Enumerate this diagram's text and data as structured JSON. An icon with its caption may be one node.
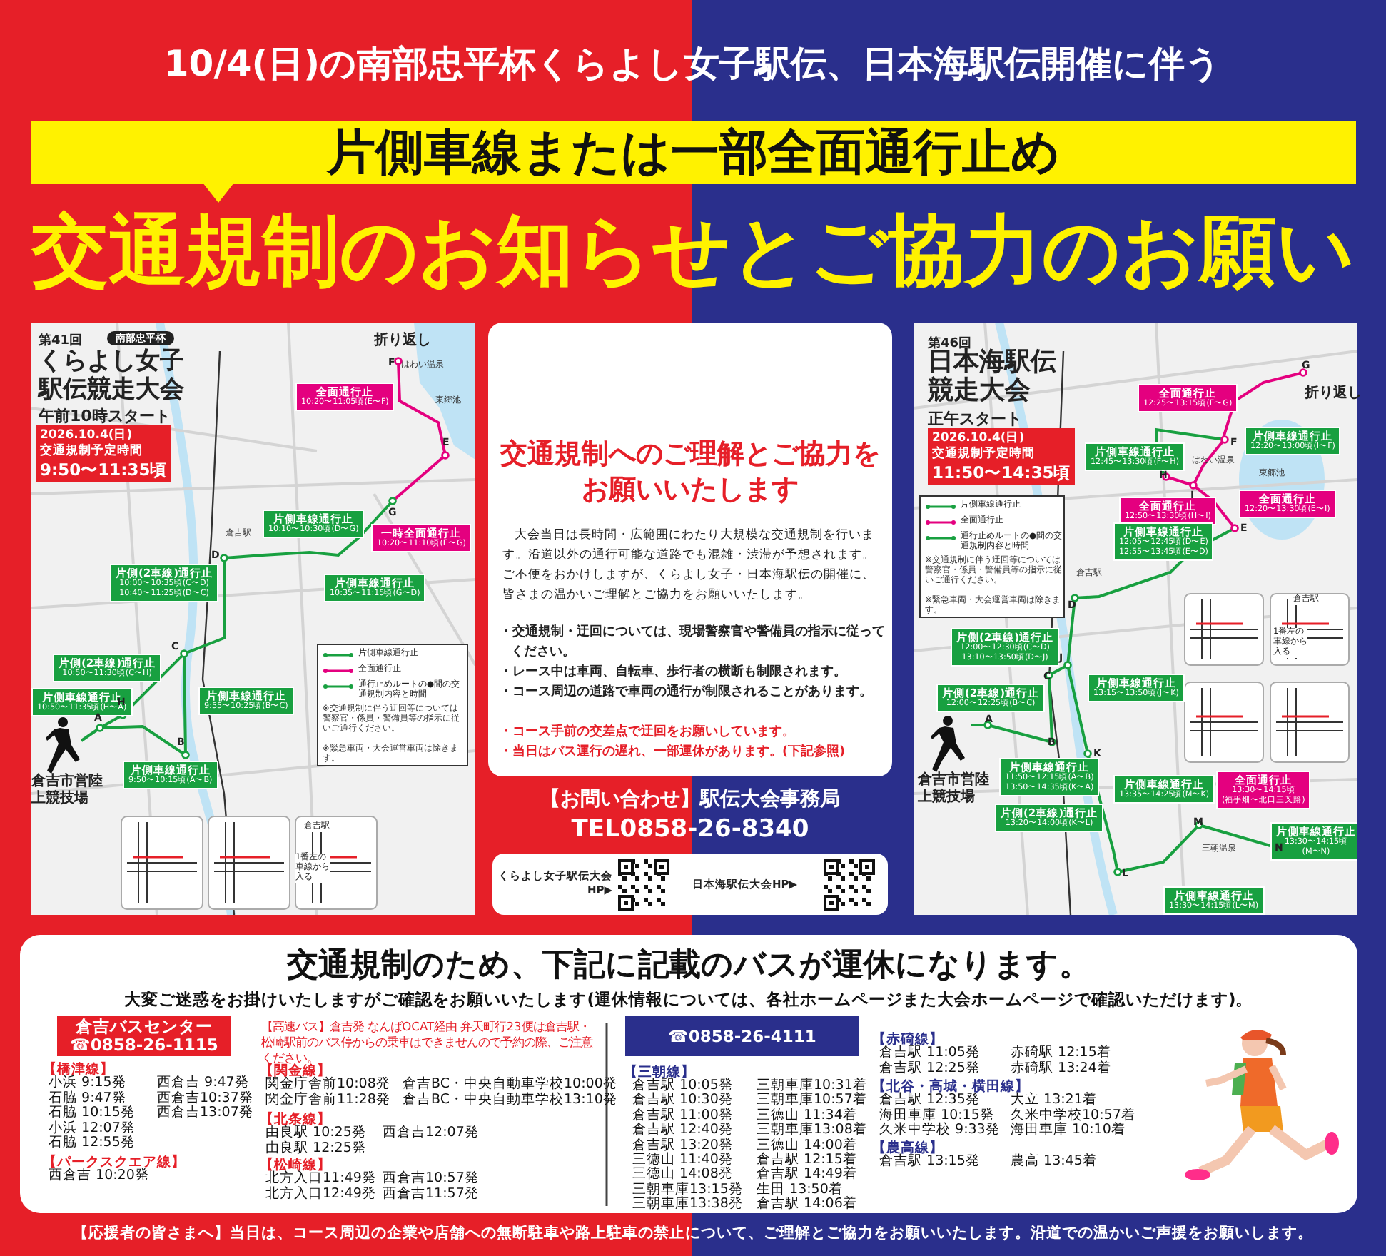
{
  "diagram": {
    "title": "交通規制のお知らせとご協力のお願い",
    "nodes": [
      {
        "text": [
          "片側車線または一部全面通行止め"
        ]
      },
      {
        "text": [
          "第41回",
          "南部忠平杯",
          "くらよし女子駅伝競走大会",
          "午前10時スタート"
        ]
      },
      {
        "text": [
          "2026.10.4(日)",
          "交通規制予定時間",
          "9:50〜11:35頃"
        ],
        "in": 1
      },
      {
        "text": [
          "全面通行止",
          "10:20〜11:05頃(E〜F)"
        ],
        "in": 1
      },
      {
        "text": [
          "一時全面通行止",
          "10:20〜11:10頃(E〜G)"
        ],
        "in": 1
      },
      {
        "text": [
          "片側車線通行止",
          "10:10〜10:30頃(D〜G)"
        ],
        "in": 1
      },
      {
        "text": [
          "片側(2車線)通行止",
          "10:00〜10:35頃(C〜D)",
          "10:40〜11:25頃(D〜C)"
        ],
        "in": 1
      },
      {
        "text": [
          "片側車線通行止",
          "10:35〜11:15頃(G〜D)"
        ],
        "in": 1
      },
      {
        "text": [
          "片側(2車線)通行止",
          "10:50〜11:30頃(C〜H)"
        ],
        "in": 1
      },
      {
        "text": [
          "片側車線通行止",
          "10:50〜11:35頃(H〜A)"
        ],
        "in": 1
      },
      {
        "text": [
          "片側車線通行止",
          "9:55〜10:25頃(B〜C)"
        ],
        "in": 1
      },
      {
        "text": [
          "片側車線通行止",
          "9:50〜10:15頃(A〜B)"
        ],
        "in": 1
      },
      {
        "text": [
          "片側車線通行止",
          "全面通行止",
          "通行止めルートの●間の交通規制内容と時間",
          "※交通規制に伴う迂回等については警察官・係員・警備員等の指示に従いご通行ください。",
          "※緊急車両・大会運営車両は除きます。"
        ],
        "in": 1
      },
      {
        "text": [
          "交通規制へのご理解とご協力をお願いいたします",
          "大会当日は長時間・広範囲にわたり大規模な交通規制を行います。沿道以外の通行可能な道路でも混雑・渋滞が予想されます。ご不便をおかけしますが、くらよし女子・日本海駅伝の開催に、皆さまの温かいご理解とご協力をお願いいたします。",
          "・交通規制・迂回については、現場警察官や警備員の指示に従ってください。",
          "・レース中は車両、自転車、歩行者の横断も制限されます。",
          "・コース周辺の道路で車両の通行が制限されることがあります。",
          "・コース手前の交差点で迂回をお願いしています。",
          "・当日はバス運行の遅れ、一部運休があります。(下記参照)"
        ]
      },
      {
        "text": [
          "くらよし女子駅伝大会HP▶",
          "日本海駅伝大会HP▶"
        ]
      },
      {
        "text": [
          "第46回",
          "日本海駅伝競走大会",
          "正午スタート"
        ]
      },
      {
        "text": [
          "2026.10.4(日)",
          "交通規制予定時間",
          "11:50〜14:35頃"
        ],
        "in": 15
      },
      {
        "text": [
          "全面通行止",
          "12:25〜13:15頃(F〜G)"
        ],
        "in": 15
      },
      {
        "text": [
          "片側車線通行止",
          "12:20〜13:00頃(I〜F)"
        ],
        "in": 15
      },
      {
        "text": [
          "片側車線通行止",
          "12:45〜13:30頃(F〜H)"
        ],
        "in": 15
      },
      {
        "text": [
          "全面通行止",
          "12:50〜13:30頃(H〜I)"
        ],
        "in": 15
      },
      {
        "text": [
          "全面通行止",
          "12:20〜13:30頃(E〜I)"
        ],
        "in": 15
      },
      {
        "text": [
          "片側車線通行止",
          "12:05〜12:45頃(D〜E)",
          "12:55〜13:45頃(E〜D)"
        ],
        "in": 15
      },
      {
        "text": [
          "片側(2車線)通行止",
          "12:00〜12:30頃(C〜D)",
          "13:10〜13:50頃(D〜J)"
        ],
        "in": 15
      },
      {
        "text": [
          "片側車線通行止",
          "13:15〜13:50頃(J〜K)"
        ],
        "in": 15
      },
      {
        "text": [
          "片側(2車線)通行止",
          "12:00〜12:25頃(B〜C)"
        ],
        "in": 15
      },
      {
        "text": [
          "片側車線通行止",
          "11:50〜12:15頃(A〜B)",
          "13:50〜14:35頃(K〜A)"
        ],
        "in": 15
      },
      {
        "text": [
          "片側車線通行止",
          "13:35〜14:25頃(M〜K)"
        ],
        "in": 15
      },
      {
        "text": [
          "全面通行止",
          "13:30〜14:15頃",
          "(福手畑〜北口三叉路)"
        ],
        "in": 15
      },
      {
        "text": [
          "片側(2車線)通行止",
          "13:20〜14:00頃(K〜L)"
        ],
        "in": 15
      },
      {
        "text": [
          "片側車線通行止",
          "13:30〜14:15頃",
          "(M〜N)"
        ],
        "in": 15
      },
      {
        "text": [
          "片側車線通行止",
          "13:30〜14:15頃(L〜M)"
        ],
        "in": 15
      },
      {
        "text": [
          "片側車線通行止",
          "全面通行止",
          "通行止めルートの●間の交通規制内容と時間",
          "※交通規制に伴う迂回等については警察官・係員・警備員等の指示に従いご通行ください。",
          "※緊急車両・大会運営車両は除きます。"
        ],
        "in": 15
      },
      {
        "text": [
          "交通規制のため、下記に記載のバスが運休になります。",
          "大変ご迷惑をお掛けいたしますがご確認をお願いいたします(運休情報については、各社ホームページまた大会ホームページで確認いただけます)。"
        ]
      },
      {
        "text": [
          "倉吉バスセンター",
          "☎0858-26-1115"
        ],
        "in": 33
      },
      {
        "text": [
          "☎0858-26-4111"
        ],
        "in": 33
      }
    ],
    "labels": [
      "10/4(日)の南部忠平杯くらよし女子駅伝、日本海駅伝開催に伴う",
      "折り返し",
      "はわい温泉",
      "東郷池",
      "倉吉駅",
      "倉吉市営陸上競技場",
      "A",
      "B",
      "C",
      "D",
      "E",
      "F",
      "G",
      "H",
      "倉吉駅",
      "1番左の車線から入る",
      "【お問い合わせ】駅伝大会事務局",
      "TEL0858-26-8340",
      "折り返し",
      "はわい温泉",
      "東郷池",
      "倉吉駅",
      "三朝温泉",
      "倉吉市営陸上競技場",
      "G",
      "F",
      "H",
      "I",
      "E",
      "D",
      "J",
      "C",
      "B",
      "A",
      "K",
      "L",
      "M",
      "N",
      "倉吉駅",
      "1番左の車線から入る",
      "【高速バス】倉吉発 なんばOCAT経由 弁天町行23便は倉吉駅・松崎駅前のバス停からの乗車はできませんので予約の際、ご注意ください。",
      "【橋津線】",
      "小浜 9:15発",
      "西倉吉 9:47発",
      "石脇 9:47発",
      "西倉吉10:37発",
      "石脇 10:15発",
      "西倉吉13:07発",
      "小浜 12:07発",
      "石脇 12:55発",
      "【パークスクエア線】",
      "西倉吉 10:20発",
      "【関金線】",
      "関金庁舎前10:08発",
      "倉吉BC・中央自動車学校10:00発",
      "関金庁舎前11:28発",
      "倉吉BC・中央自動車学校13:10発",
      "【北条線】",
      "由良駅 10:25発",
      "西倉吉12:07発",
      "由良駅 12:25発",
      "【松崎線】",
      "北方入口11:49発",
      "西倉吉10:57発",
      "北方入口12:49発",
      "西倉吉11:57発",
      "【三朝線】",
      "倉吉駅 10:05発",
      "三朝車庫10:31着",
      "倉吉駅 10:30発",
      "三朝車庫10:57着",
      "倉吉駅 11:00発",
      "三徳山 11:34着",
      "倉吉駅 12:40発",
      "三朝車庫13:08着",
      "倉吉駅 13:20発",
      "三徳山 14:00着",
      "三徳山 11:40発",
      "倉吉駅 12:15着",
      "三徳山 14:08発",
      "倉吉駅 14:49着",
      "三朝車庫13:15発",
      "生田 13:50着",
      "三朝車庫13:38発",
      "倉吉駅 14:06着",
      "【赤碕線】",
      "倉吉駅 11:05発",
      "赤碕駅 12:15着",
      "倉吉駅 12:25発",
      "赤碕駅 13:24着",
      "【北谷・高城・横田線】",
      "倉吉駅 12:35発",
      "大立 13:21着",
      "海田車庫 10:15発",
      "久米中学校10:57着",
      "久米中学校 9:33発",
      "海田車庫 10:10着",
      "【農高線】",
      "倉吉駅 13:15発",
      "農高 13:45着",
      "【応援者の皆さまへ】当日は、コース周辺の企業や店舗への無断駐車や路上駐車の禁止について、ご理解とご協力をお願いいたします。沿道での温かいご声援をお願いします。"
    ]
  }
}
